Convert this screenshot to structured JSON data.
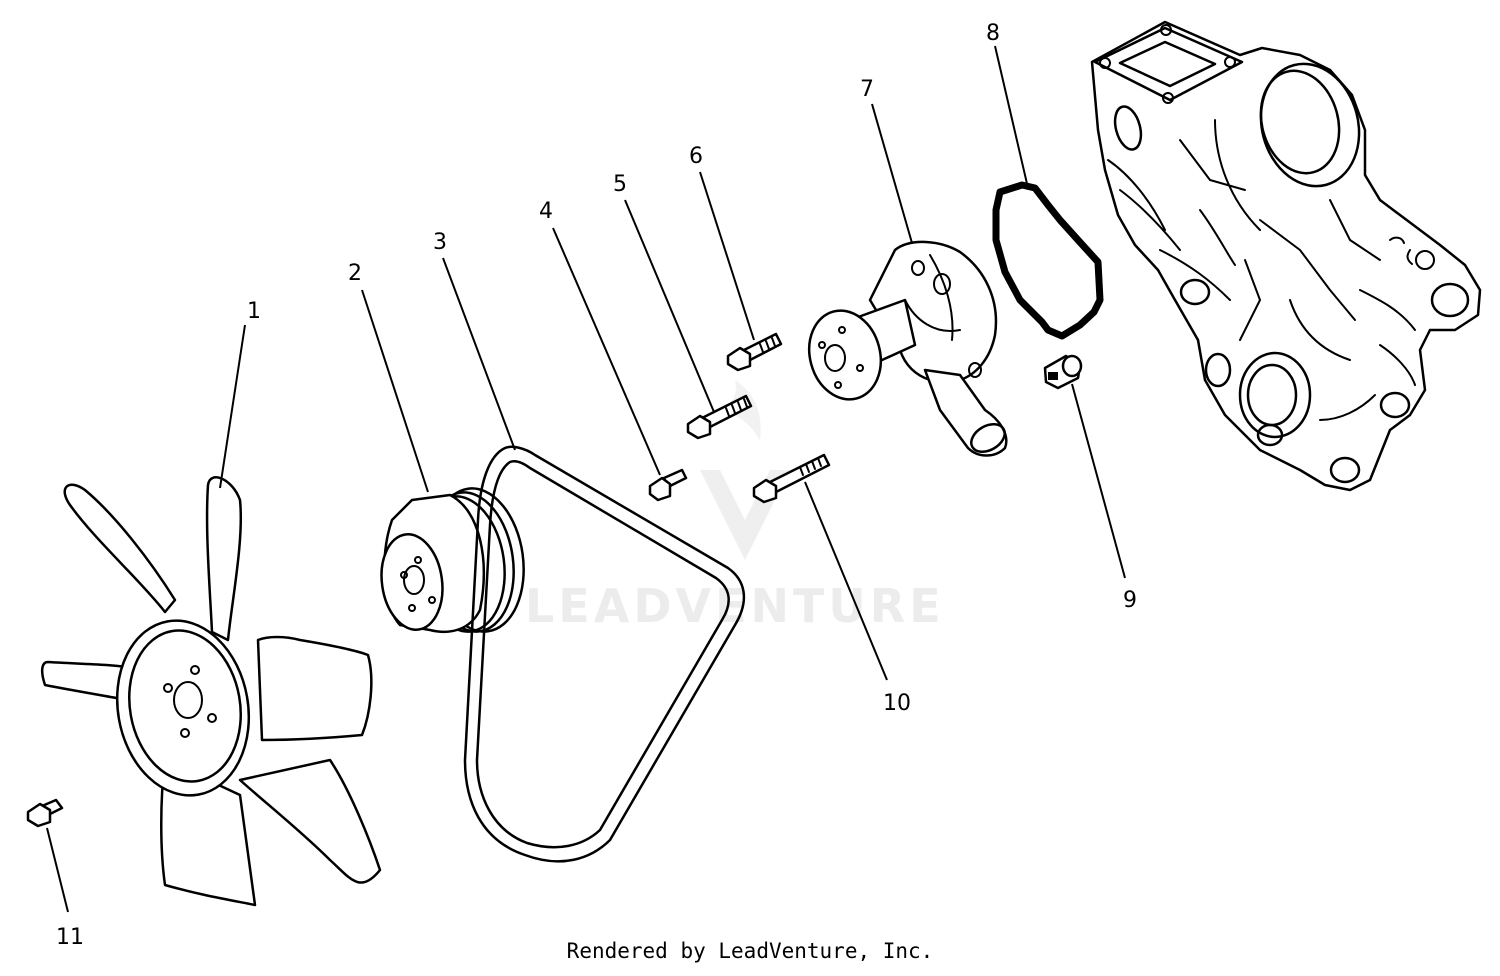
{
  "diagram": {
    "parts": [
      {
        "id": "fan",
        "label": "1"
      },
      {
        "id": "fan-pulley",
        "label": "2"
      },
      {
        "id": "v-belt",
        "label": "3"
      },
      {
        "id": "bolt-short",
        "label": "4"
      },
      {
        "id": "bolt-medium",
        "label": "5"
      },
      {
        "id": "bolt-upper",
        "label": "6"
      },
      {
        "id": "water-pump",
        "label": "7"
      },
      {
        "id": "gasket",
        "label": "8"
      },
      {
        "id": "thermo-switch",
        "label": "9"
      },
      {
        "id": "bolt-long",
        "label": "10"
      },
      {
        "id": "plug",
        "label": "11"
      }
    ]
  },
  "footer": {
    "credit": "Rendered by LeadVenture, Inc."
  },
  "watermark": {
    "text": "LEADVENTURE"
  }
}
